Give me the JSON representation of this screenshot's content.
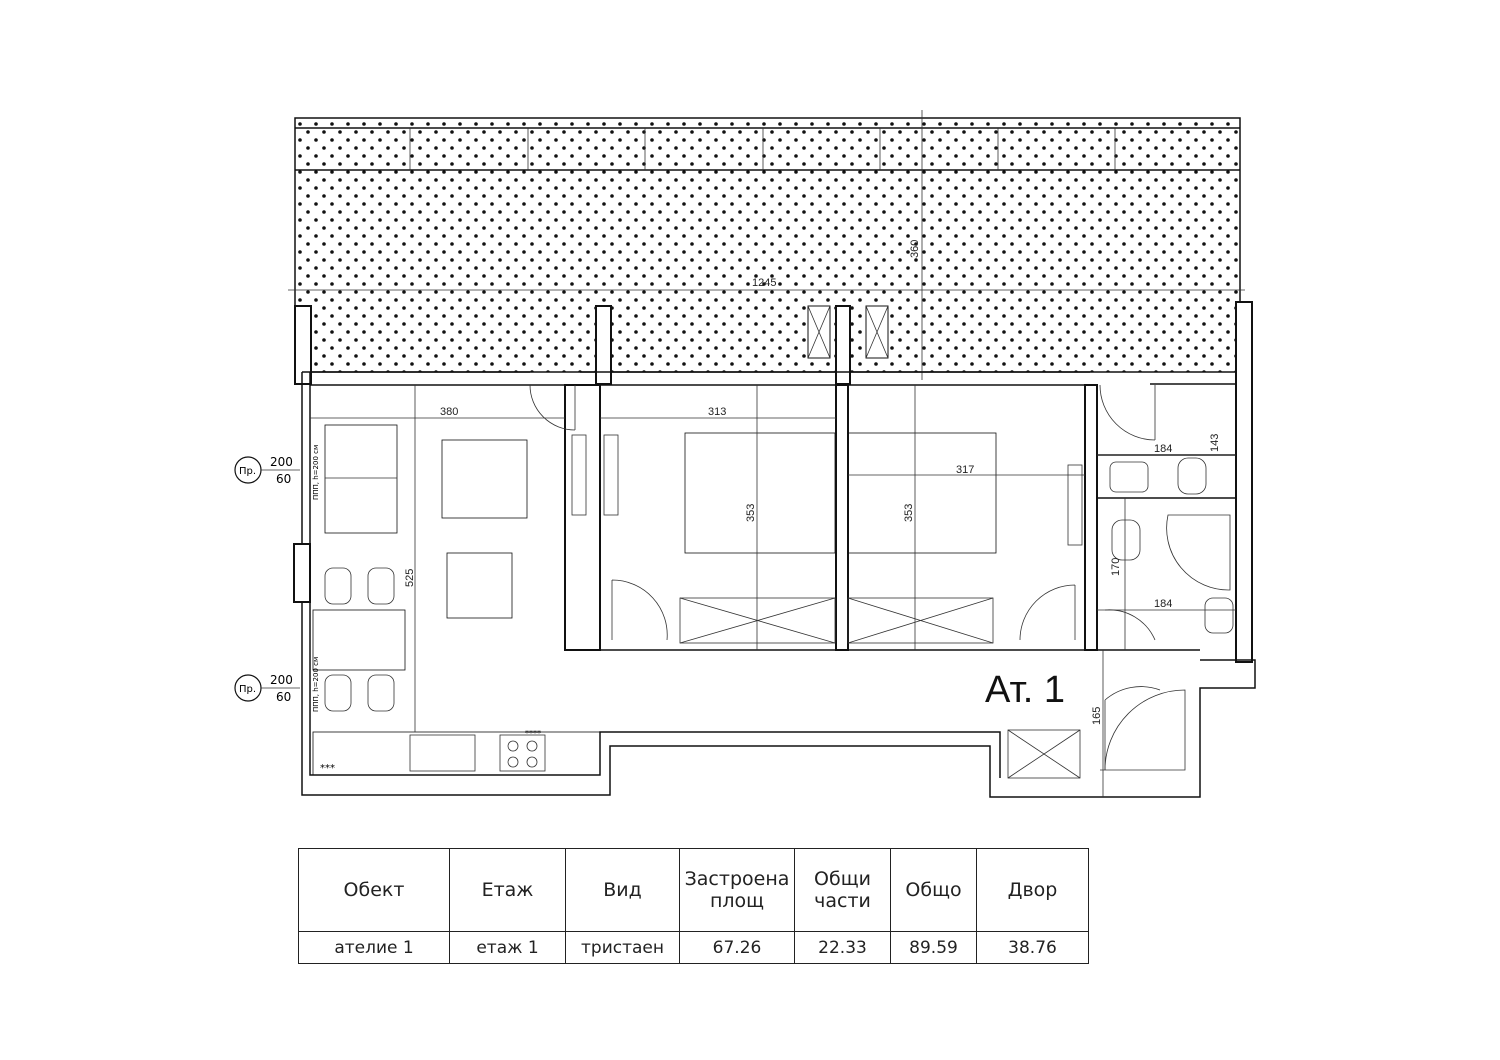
{
  "plan": {
    "unit_label": "Ат. 1",
    "dimensions": {
      "terrace_width": "1245",
      "terrace_depth": "360",
      "living_width": "380",
      "bedroom1_width": "313",
      "bedroom2_width": "317",
      "bedroom1_depth": "353",
      "bedroom2_depth": "353",
      "living_depth": "525",
      "wc_width": "184",
      "wc_depth": "143",
      "bath_depth": "170",
      "bath_width": "184",
      "hall_depth": "165"
    },
    "window_marks": [
      {
        "tag": "Пр.",
        "width": "200",
        "height": "60",
        "note": "ППП, h=200 см"
      },
      {
        "tag": "Пр.",
        "width": "200",
        "height": "60",
        "note": "ППП, h=200 см"
      }
    ],
    "appliance_marks": {
      "fridge": "***",
      "stove": "****"
    }
  },
  "table": {
    "headers": [
      "Обект",
      "Етаж",
      "Вид",
      "Застроена площ",
      "Общи части",
      "Общо",
      "Двор"
    ],
    "rows": [
      [
        "ателие 1",
        "етаж 1",
        "тристаен",
        "67.26",
        "22.33",
        "89.59",
        "38.76"
      ]
    ]
  }
}
